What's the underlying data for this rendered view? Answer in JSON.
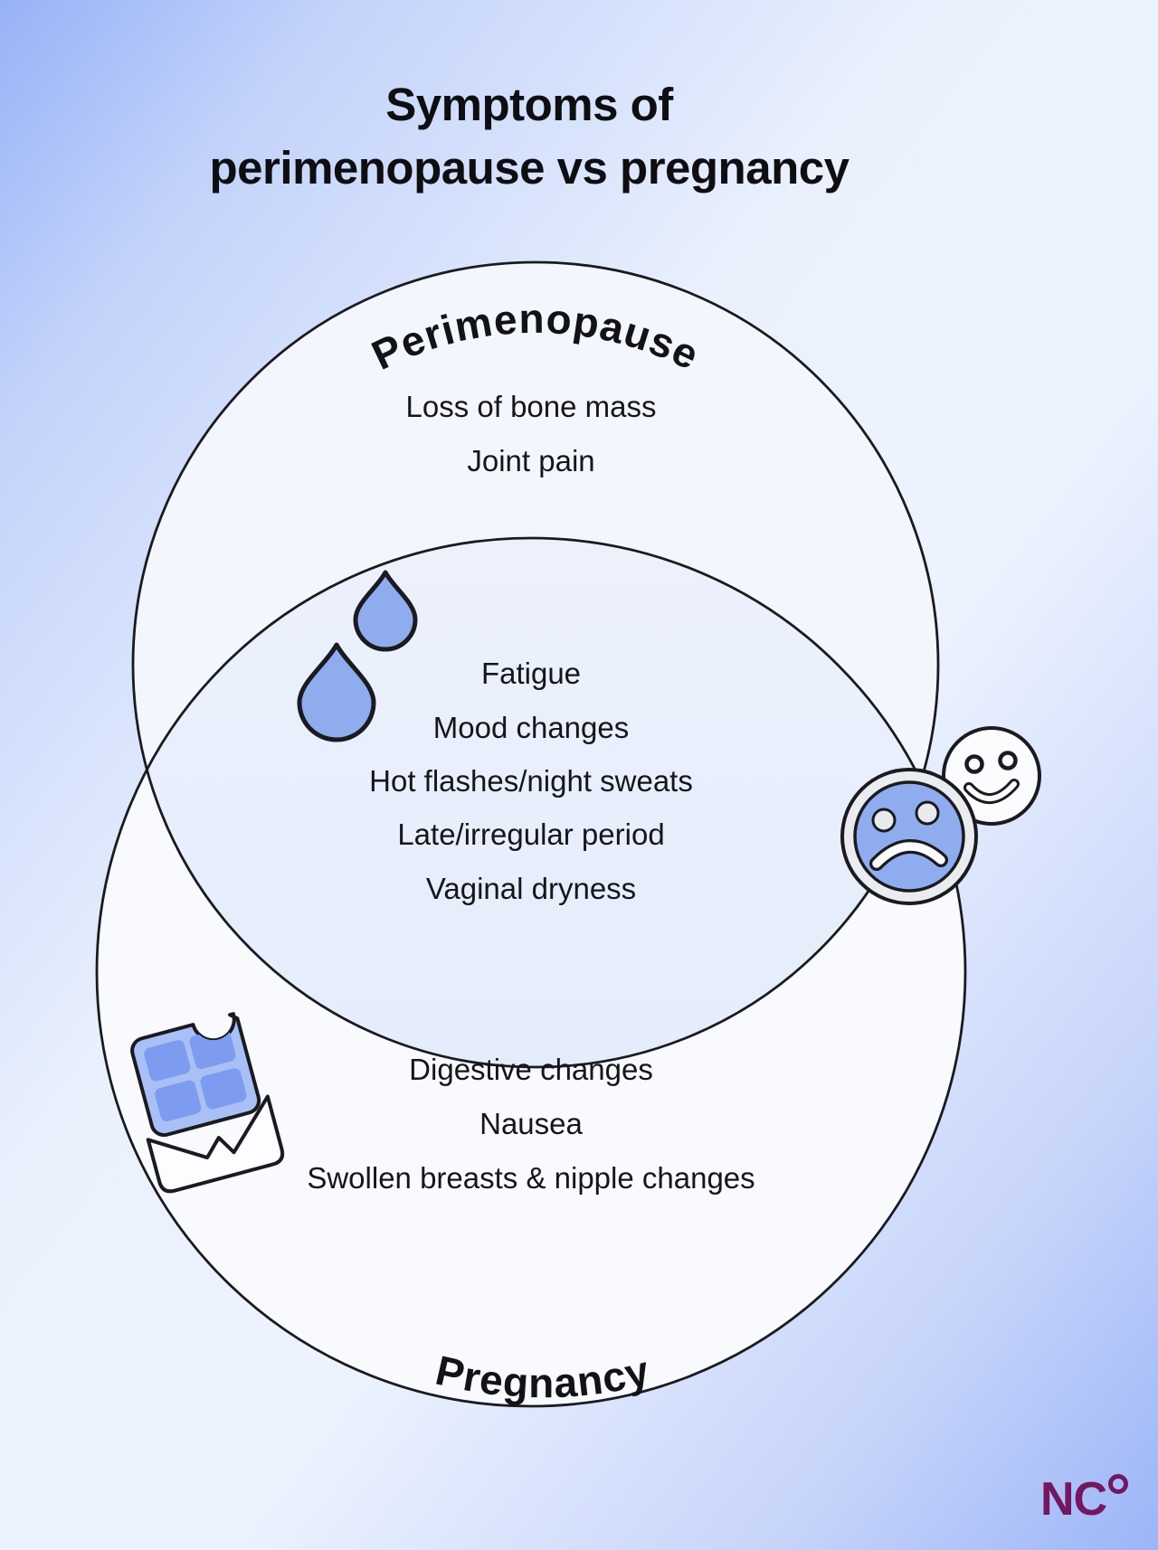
{
  "title": {
    "line1": "Symptoms of",
    "line2": "perimenopause vs pregnancy"
  },
  "venn": {
    "top_label": "Perimenopause",
    "bottom_label": "Pregnancy",
    "perimenopause_only": [
      "Loss of bone mass",
      "Joint pain"
    ],
    "shared": [
      "Fatigue",
      "Mood changes",
      "Hot flashes/night sweats",
      "Late/irregular period",
      "Vaginal dryness"
    ],
    "pregnancy_only": [
      "Digestive changes",
      "Nausea",
      "Swollen breasts & nipple changes"
    ]
  },
  "icons": {
    "droplets-icon": "two blue water drops",
    "sad-face-icon": "blue frowning face with ring",
    "happy-face-icon": "white smiling face",
    "chocolate-bar-icon": "bitten blue chocolate bar in wrapper",
    "logo-ring-icon": "degree circle"
  },
  "logo": {
    "text": "NC"
  },
  "colors": {
    "background_blue": "#97B2F7",
    "background_light": "#EDF3FE",
    "circle_fill_top": "#F3F7FD",
    "circle_fill_bottom": "#F8FAFD",
    "overlap_fill": "#E6EDFB",
    "outline": "#1A1A20",
    "icon_blue": "#8FACEF",
    "chocolate_light": "#A9C0F6",
    "chocolate_square": "#7E9CEF",
    "text_dark": "#16161a",
    "logo_purple": "#731760"
  }
}
